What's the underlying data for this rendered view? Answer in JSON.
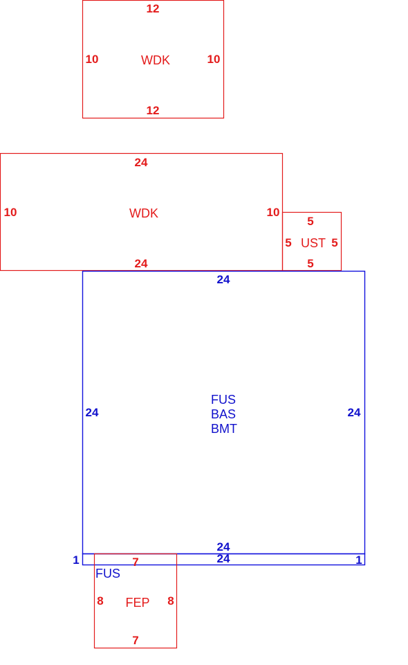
{
  "sketch": {
    "wdk_top": {
      "code": "WDK",
      "dim_top": "12",
      "dim_bottom": "12",
      "dim_left": "10",
      "dim_right": "10",
      "color": "#e31b1b"
    },
    "wdk_main": {
      "code": "WDK",
      "dim_top": "24",
      "dim_bottom": "24",
      "dim_left": "10",
      "dim_right": "10",
      "color": "#e31b1b"
    },
    "ust": {
      "code": "UST",
      "dim_top": "5",
      "dim_bottom": "5",
      "dim_left": "5",
      "dim_right": "5",
      "color": "#e31b1b"
    },
    "main_house": {
      "codes": [
        "FUS",
        "BAS",
        "BMT"
      ],
      "dim_top": "24",
      "dim_bottom": "24",
      "dim_left": "24",
      "dim_right": "24",
      "color": "#1111cc"
    },
    "fus_strip": {
      "code": "FUS",
      "dim_top": "24",
      "dim_left": "1",
      "dim_right": "1",
      "color": "#1111cc"
    },
    "fep": {
      "code": "FEP",
      "dim_top": "7",
      "dim_bottom": "7",
      "dim_left": "8",
      "dim_right": "8",
      "color": "#e31b1b"
    }
  }
}
